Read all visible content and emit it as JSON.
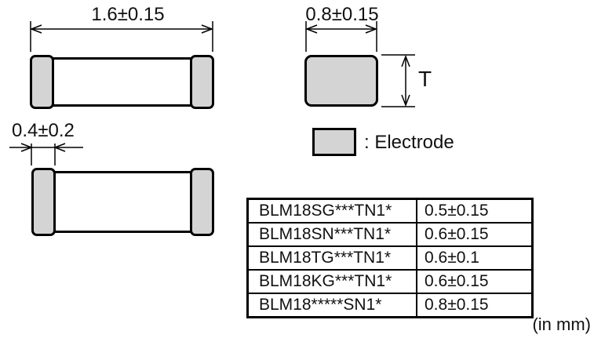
{
  "dimensions": {
    "length": "1.6±0.15",
    "width": "0.8±0.15",
    "electrode_width": "0.4±0.2",
    "thickness_symbol": "T"
  },
  "legend": {
    "electrode_label": ": Electrode"
  },
  "units_note": "(in mm)",
  "colors": {
    "electrode_fill": "#d4d4d4",
    "line": "#000000"
  },
  "thickness_table": {
    "rows": [
      {
        "part_number": "BLM18SG***TN1*",
        "thickness": "0.5±0.15"
      },
      {
        "part_number": "BLM18SN***TN1*",
        "thickness": "0.6±0.15"
      },
      {
        "part_number": "BLM18TG***TN1*",
        "thickness": "0.6±0.1"
      },
      {
        "part_number": "BLM18KG***TN1*",
        "thickness": "0.6±0.15"
      },
      {
        "part_number": "BLM18*****SN1*",
        "thickness": "0.8±0.15"
      }
    ]
  }
}
